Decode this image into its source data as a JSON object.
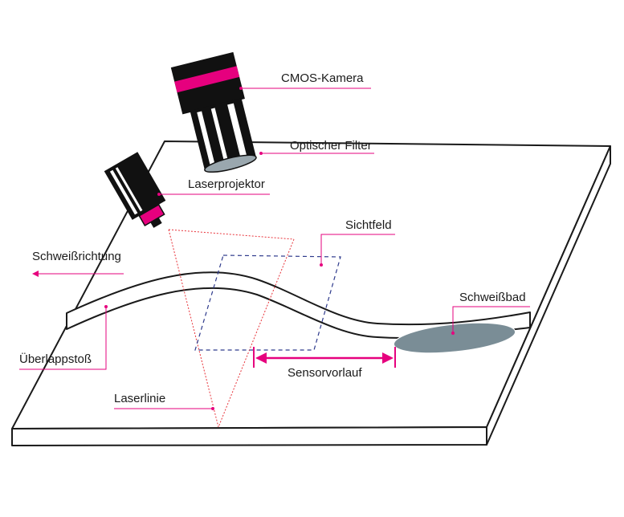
{
  "diagram": {
    "labels": {
      "camera": "CMOS-Kamera",
      "filter": "Optischer Filter",
      "projector": "Laserprojektor",
      "field_of_view": "Sichtfeld",
      "welding_direction": "Schweißrichtung",
      "weld_pool": "Schweißbad",
      "lap_joint": "Überlappstoß",
      "sensor_lead": "Sensorvorlauf",
      "laser_line": "Laserlinie"
    },
    "colors": {
      "accent": "#e6007e",
      "outline": "#1a1a1a",
      "weld_pool": "#7a8d96",
      "lens": "#9aa7ae",
      "field_of_view": "#2e3a8c",
      "laser": "#e8333a"
    }
  }
}
